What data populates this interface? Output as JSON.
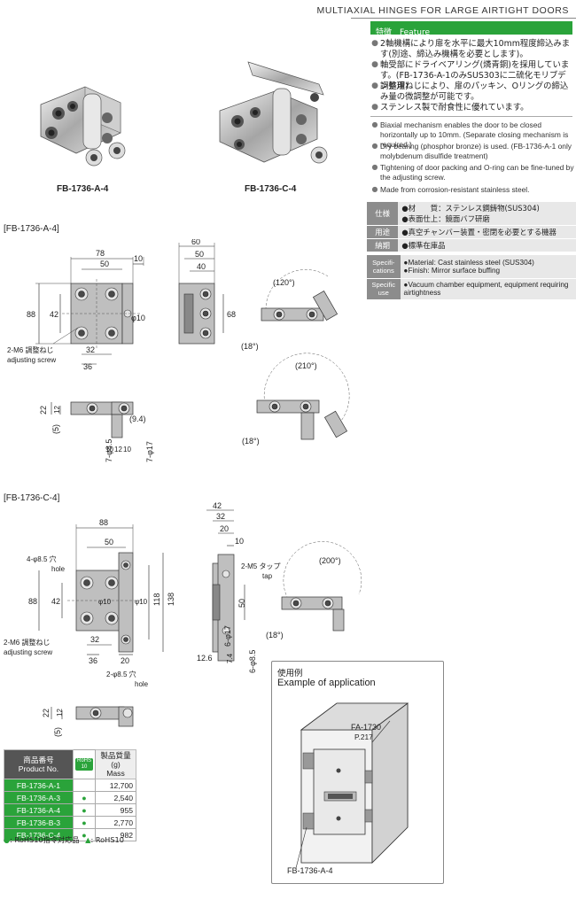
{
  "header": {
    "title": "MULTIAXIAL HINGES FOR LARGE AIRTIGHT DOORS"
  },
  "products": [
    {
      "caption": "FB-1736-A-4"
    },
    {
      "caption": "FB-1736-C-4"
    }
  ],
  "feature": {
    "tab_label": "特徴　Feature",
    "jp": [
      "2軸機構により扉を水平に最大10mm程度締込みます(別途、締込み機構を必要とします)。",
      "軸受部にドライベアリング(燐青銅)を採用しています。(FB-1736-A-1のみSUS303に二硫化モリブデン処理)",
      "調整用ねじにより、扉のパッキン、Oリングの締込み量の微調整が可能です。",
      "ステンレス製で耐食性に優れています。"
    ],
    "en": [
      "Biaxial mechanism enables the door to be closed horizontally up to 10mm. (Separate closing mechanism is required.)",
      "Dry bearing (phosphor bronze) is used. (FB-1736-A-1 only molybdenum disulfide treatment)",
      "Tightening of door packing and O-ring can be fine-tuned by the adjusting screw.",
      "Made from corrosion-resistant stainless steel."
    ]
  },
  "spec_jp": {
    "rows": [
      {
        "label": "仕様",
        "values": [
          "●材　　質：ステンレス鋼鋳物(SUS304)",
          "●表面仕上：鏡面バフ研磨"
        ]
      },
      {
        "label": "用途",
        "values": [
          "●真空チャンバー装置・密閉を必要とする機器"
        ]
      },
      {
        "label": "納期",
        "values": [
          "●標準在庫品"
        ]
      }
    ]
  },
  "spec_en": {
    "rows": [
      {
        "label": "Specifi-cations",
        "values": [
          "●Material: Cast stainless steel (SUS304)",
          "●Finish: Mirror surface buffing"
        ]
      },
      {
        "label": "Specific use",
        "values": [
          "●Vacuum chamber equipment, equipment requiring airtightness"
        ]
      }
    ]
  },
  "drawing_a": {
    "section_label": "[FB-1736-A-4]",
    "dims": {
      "w78": "78",
      "w50": "50",
      "w10": "10",
      "h88": "88",
      "h42": "42",
      "phi10": "φ10",
      "w32": "32",
      "w36": "36",
      "adj_jp": "2-M6 調整ねじ",
      "adj_en": "adjusting screw",
      "s60": "60",
      "s50": "50",
      "s40": "40",
      "s68": "68",
      "ang120": "(120°)",
      "ang18a": "(18°)",
      "ang210": "(210°)",
      "ang18b": "(18°)",
      "b22": "22",
      "b12": "12",
      "b5": "(5)",
      "b94": "(9.4)",
      "b85": "7-φ8.5",
      "b17": "7-φ17",
      "b10": "10",
      "b12b": "12",
      "b10b": "10"
    }
  },
  "drawing_c": {
    "section_label": "[FB-1736-C-4]",
    "dims": {
      "w88": "88",
      "w50": "50",
      "hole4_jp": "4-φ8.5 穴",
      "hole4_en": "hole",
      "h88": "88",
      "h42": "42",
      "phi10a": "φ10",
      "phi10b": "φ10",
      "h138": "138",
      "h118": "118",
      "w32": "32",
      "w36": "36",
      "w20": "20",
      "adj_jp": "2-M6 調整ねじ",
      "adj_en": "adjusting screw",
      "hole2_jp": "2-φ8.5 穴",
      "hole2_en": "hole",
      "s42": "42",
      "s32": "32",
      "s20": "20",
      "s10": "10",
      "tap_jp": "2-M5 タップ",
      "tap_en": "tap",
      "s50": "50",
      "s17": "6-φ17",
      "s126": "12.6",
      "s74": "7.4",
      "s85": "6-φ8.5",
      "ang200": "(200°)",
      "ang18": "(18°)",
      "b22": "22",
      "b12": "12",
      "b5": "(5)"
    }
  },
  "example": {
    "title_jp": "使用例",
    "title_en": "Example of application",
    "callout_top": "FA-1730",
    "callout_page": "P.217",
    "callout_bottom": "FB-1736-A-4"
  },
  "product_table": {
    "headers": {
      "no_jp": "商品番号",
      "no_en": "Product No.",
      "rohs": "RoHS 10",
      "mass_jp": "製品質量(g)",
      "mass_en": "Mass"
    },
    "rows": [
      {
        "no": "FB-1736-A-1",
        "rohs": "",
        "mass": "12,700"
      },
      {
        "no": "FB-1736-A-3",
        "rohs": "●",
        "mass": "2,540"
      },
      {
        "no": "FB-1736-A-4",
        "rohs": "●",
        "mass": "955"
      },
      {
        "no": "FB-1736-B-3",
        "rohs": "●",
        "mass": "2,770"
      },
      {
        "no": "FB-1736-C-4",
        "rohs": "●",
        "mass": "982"
      }
    ],
    "legend_dot": "●",
    "legend_dot_text": ": RoHS10指令対応品",
    "legend_tri": "▲",
    "legend_tri_text": ": RoHS10"
  }
}
